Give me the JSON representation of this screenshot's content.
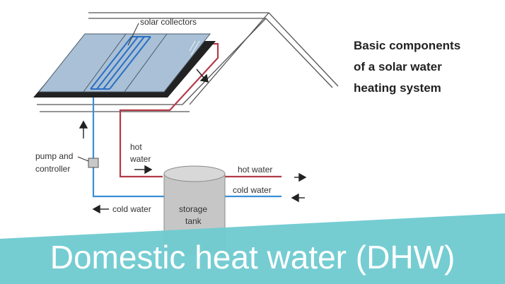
{
  "heading": {
    "line1": "Basic components",
    "line2": "of a solar water",
    "line3": "heating system"
  },
  "labels": {
    "solar_collectors": "solar collectors",
    "pump_line1": "pump and",
    "pump_line2": "controller",
    "hot_water_in_line1": "hot",
    "hot_water_in_line2": "water",
    "hot_water_out": "hot water",
    "cold_water_in": "cold water",
    "cold_water_return": "cold water",
    "tank_line1": "storage",
    "tank_line2": "tank"
  },
  "banner": {
    "text": "Domestic heat water (DHW)"
  },
  "colors": {
    "hot_pipe": "#b23a48",
    "cold_pipe": "#3a8fd6",
    "banner": "#6fcbd0",
    "collector_glass": "#a9c0d6",
    "collector_frame": "#222222",
    "tank": "#c6c6c6"
  }
}
